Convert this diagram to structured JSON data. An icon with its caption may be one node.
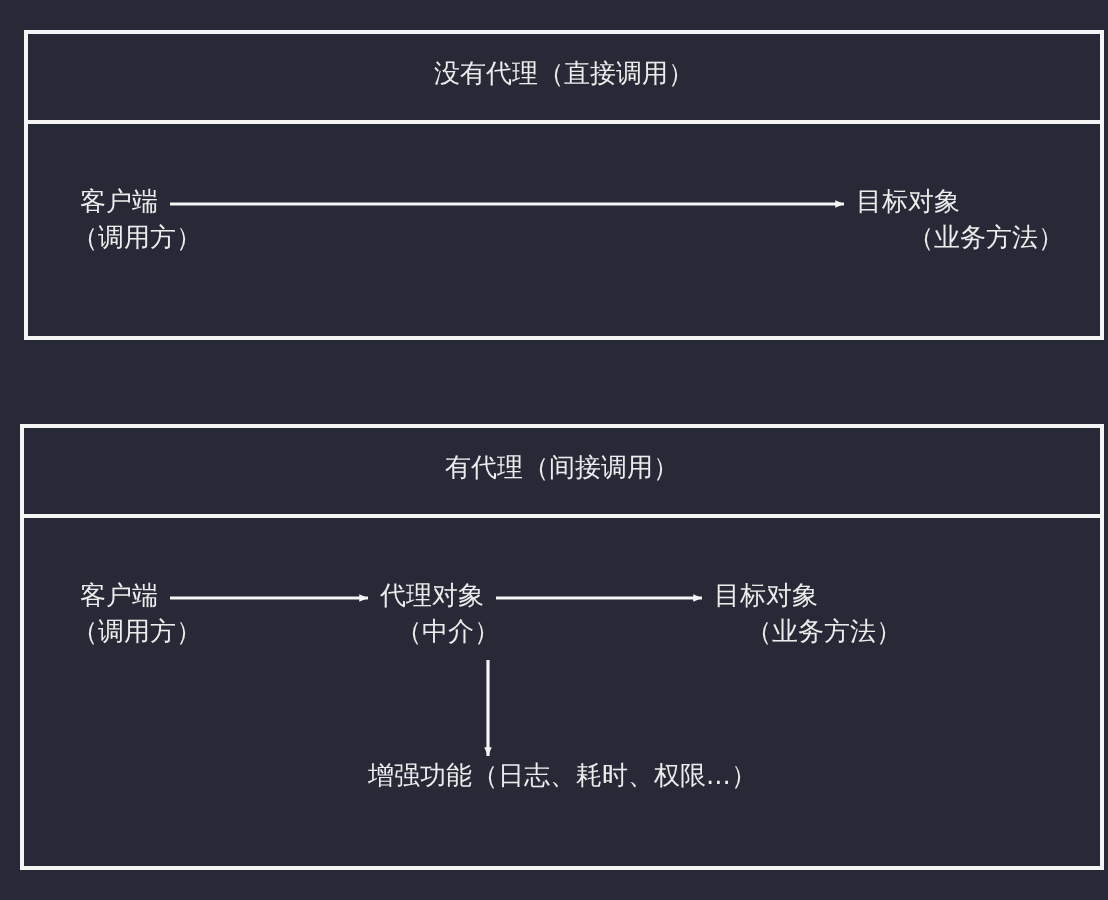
{
  "diagram": {
    "nodes": [
      {
        "text": [
          "没有代理（直接调用）"
        ]
      },
      {
        "text": [
          "客户端",
          "（调用方）"
        ],
        "in": 0
      },
      {
        "text": [
          "目标对象",
          "（业务方法）"
        ],
        "in": 0
      },
      {
        "text": [
          "有代理（间接调用）"
        ]
      },
      {
        "text": [
          "客户端",
          "（调用方）"
        ],
        "in": 3
      },
      {
        "text": [
          "代理对象",
          "（中介）"
        ],
        "in": 3
      },
      {
        "text": [
          "目标对象",
          "（业务方法）"
        ],
        "in": 3
      },
      {
        "text": [
          "增强功能（日志、耗时、权限...）"
        ],
        "in": 3
      }
    ],
    "edges": [
      {
        "from": 1,
        "to": 2,
        "arrow": "to"
      },
      {
        "from": 4,
        "to": 5,
        "arrow": "to"
      },
      {
        "from": 5,
        "to": 6,
        "arrow": "to"
      },
      {
        "from": 5,
        "to": 7,
        "arrow": "to"
      }
    ]
  }
}
